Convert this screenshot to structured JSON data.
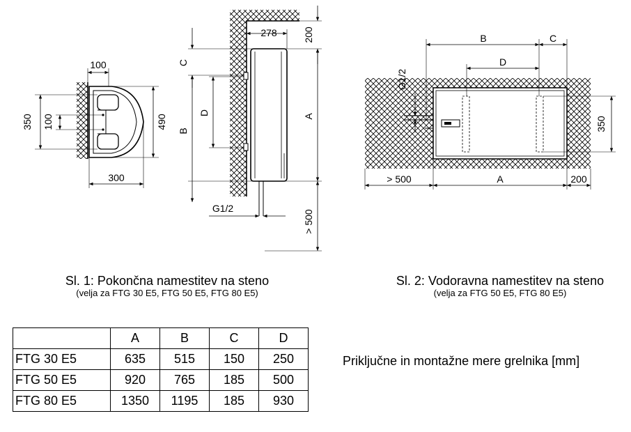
{
  "figure1": {
    "caption": "Sl. 1: Pokončna namestitev na steno",
    "subcaption": "(velja za FTG 30 E5, FTG 50 E5, FTG 80 E5)",
    "labels": {
      "top_view_100_top": "100",
      "top_view_350": "350",
      "top_view_100_side": "100",
      "top_view_490": "490",
      "top_view_300": "300",
      "front_278": "278",
      "front_200": "200",
      "front_C": "C",
      "front_B": "B",
      "front_D": "D",
      "front_A": "A",
      "front_G12": "G1/2",
      "front_500": "> 500"
    }
  },
  "figure2": {
    "caption": "Sl. 2: Vodoravna namestitev na steno",
    "subcaption": "(velja za FTG 50 E5, FTG 80 E5)",
    "labels": {
      "B": "B",
      "C": "C",
      "D": "D",
      "G12": "G1/2",
      "h350": "350",
      "gt500": "> 500",
      "A": "A",
      "w200": "200"
    }
  },
  "note": "Priključne in montažne mere grelnika [mm]",
  "table": {
    "headers": [
      "",
      "A",
      "B",
      "C",
      "D"
    ],
    "rows": [
      [
        "FTG 30 E5",
        "635",
        "515",
        "150",
        "250"
      ],
      [
        "FTG 50 E5",
        "920",
        "765",
        "185",
        "500"
      ],
      [
        "FTG 80 E5",
        "1350",
        "1195",
        "185",
        "930"
      ]
    ]
  }
}
